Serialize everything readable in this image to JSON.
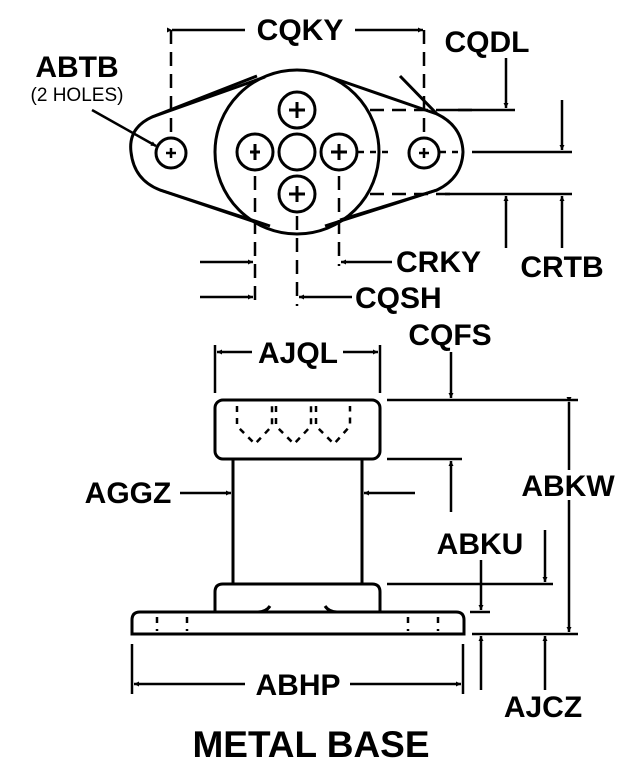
{
  "diagram": {
    "title": "METAL BASE",
    "top_view": {
      "labels": {
        "abtb": "ABTB",
        "abtb_note": "(2 HOLES)",
        "cqky": "CQKY",
        "cqdl": "CQDL",
        "crky": "CRKY",
        "crtb": "CRTB",
        "cqsh": "CQSH"
      }
    },
    "side_view": {
      "labels": {
        "ajql": "AJQL",
        "cqfs": "CQFS",
        "aggz": "AGGZ",
        "abkw": "ABKW",
        "abku": "ABKU",
        "abhp": "ABHP",
        "ajcz": "AJCZ"
      }
    },
    "colors": {
      "ink": "#000000",
      "background": "#ffffff"
    }
  }
}
